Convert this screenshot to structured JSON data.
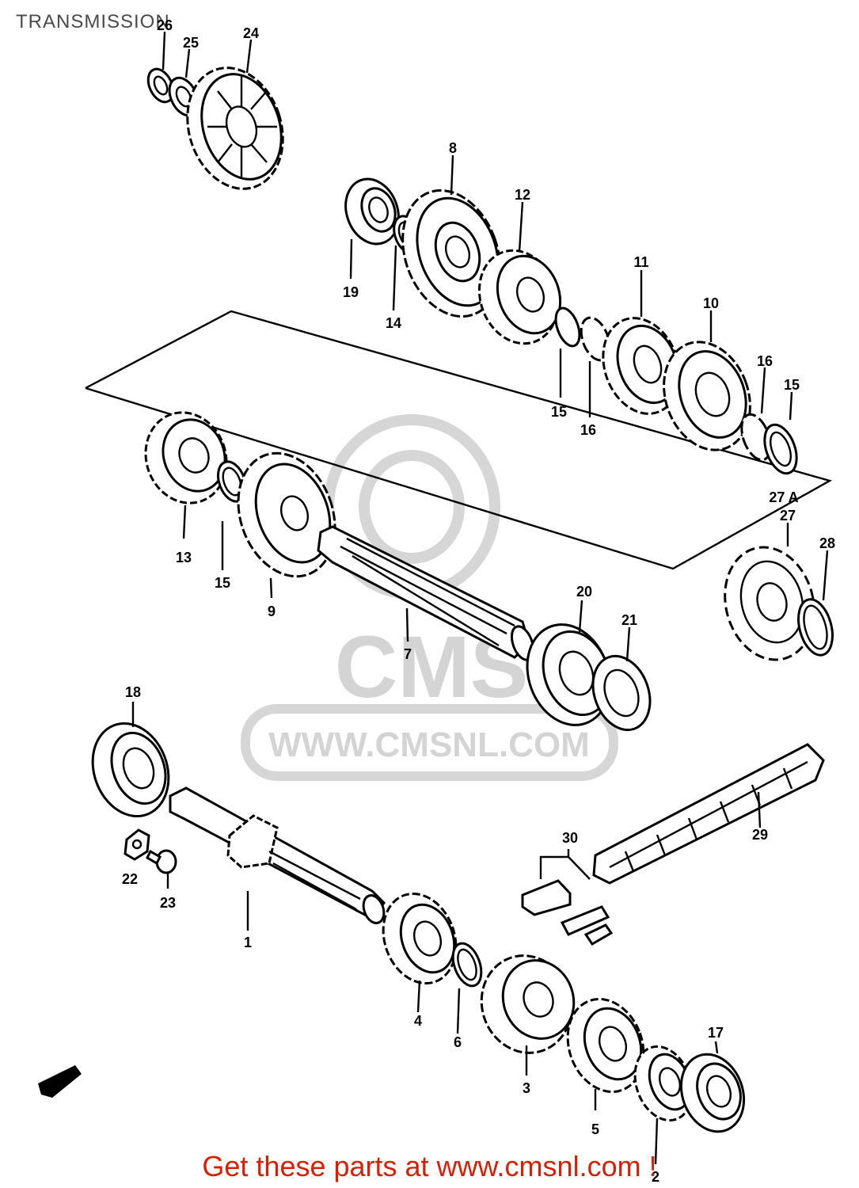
{
  "title": "TRANSMISSION",
  "footer": {
    "text": "Get these parts at www.cmsnl.com !"
  },
  "watermark": {
    "logo_text": "CMS",
    "url_text": "WWW.CMSNL.COM"
  },
  "colors": {
    "footer": "#d81e05",
    "title": "#4a4a4a",
    "watermark": "#d6d6d6"
  },
  "callouts": {
    "p1": "1",
    "p2": "2",
    "p3": "3",
    "p4": "4",
    "p5": "5",
    "p6": "6",
    "p7": "7",
    "p8": "8",
    "p9": "9",
    "p10": "10",
    "p11": "11",
    "p12": "12",
    "p13": "13",
    "p14": "14",
    "p15a": "15",
    "p15b": "15",
    "p15c": "15",
    "p16a": "16",
    "p16b": "16",
    "p17": "17",
    "p18": "18",
    "p19": "19",
    "p20": "20",
    "p21": "21",
    "p22": "22",
    "p23": "23",
    "p24": "24",
    "p25": "25",
    "p26": "26",
    "p27": "27",
    "p27a": "27 A",
    "p28": "28",
    "p29": "29",
    "p30": "30"
  }
}
